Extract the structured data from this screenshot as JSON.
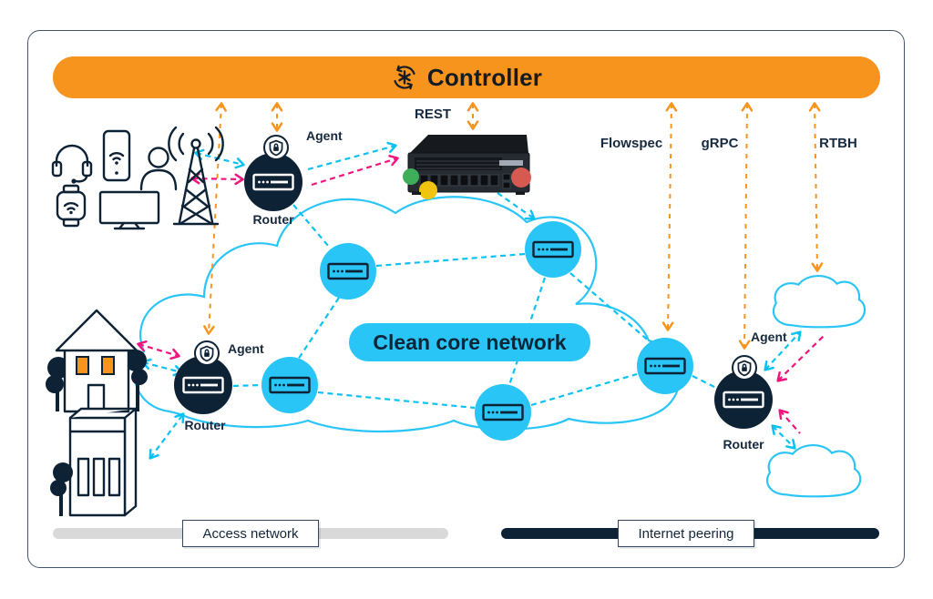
{
  "colors": {
    "orange": "#F7941E",
    "cyan": "#29C5F6",
    "cyan-line": "#0AC2F2",
    "pink": "#F0147E",
    "navy": "#0E2235",
    "gray-bar": "#D9D9D9",
    "text": "#16293E"
  },
  "controller": {
    "label": "Controller",
    "icon": "sync-asterisk-icon"
  },
  "protocols": {
    "rest": "REST",
    "flowspec": "Flowspec",
    "grpc": "gRPC",
    "rtbh": "RTBH"
  },
  "core_network": {
    "label": "Clean core network"
  },
  "access_routers": {
    "top": {
      "agent": "Agent",
      "router": "Router"
    },
    "left": {
      "agent": "Agent",
      "router": "Router"
    }
  },
  "peering_router": {
    "agent": "Agent",
    "router": "Router"
  },
  "legend": {
    "access": "Access network",
    "peering": "Internet peering"
  },
  "icons": {
    "edge_devices": [
      "headset-icon",
      "smartphone-icon",
      "person-icon",
      "smartwatch-icon",
      "tv-icon",
      "cell-tower-icon"
    ],
    "sites": [
      "house-icon",
      "office-building-icon"
    ],
    "internet_clouds": [
      "cloud-icon",
      "cloud-icon"
    ],
    "appliance": "rest-server-appliance"
  }
}
